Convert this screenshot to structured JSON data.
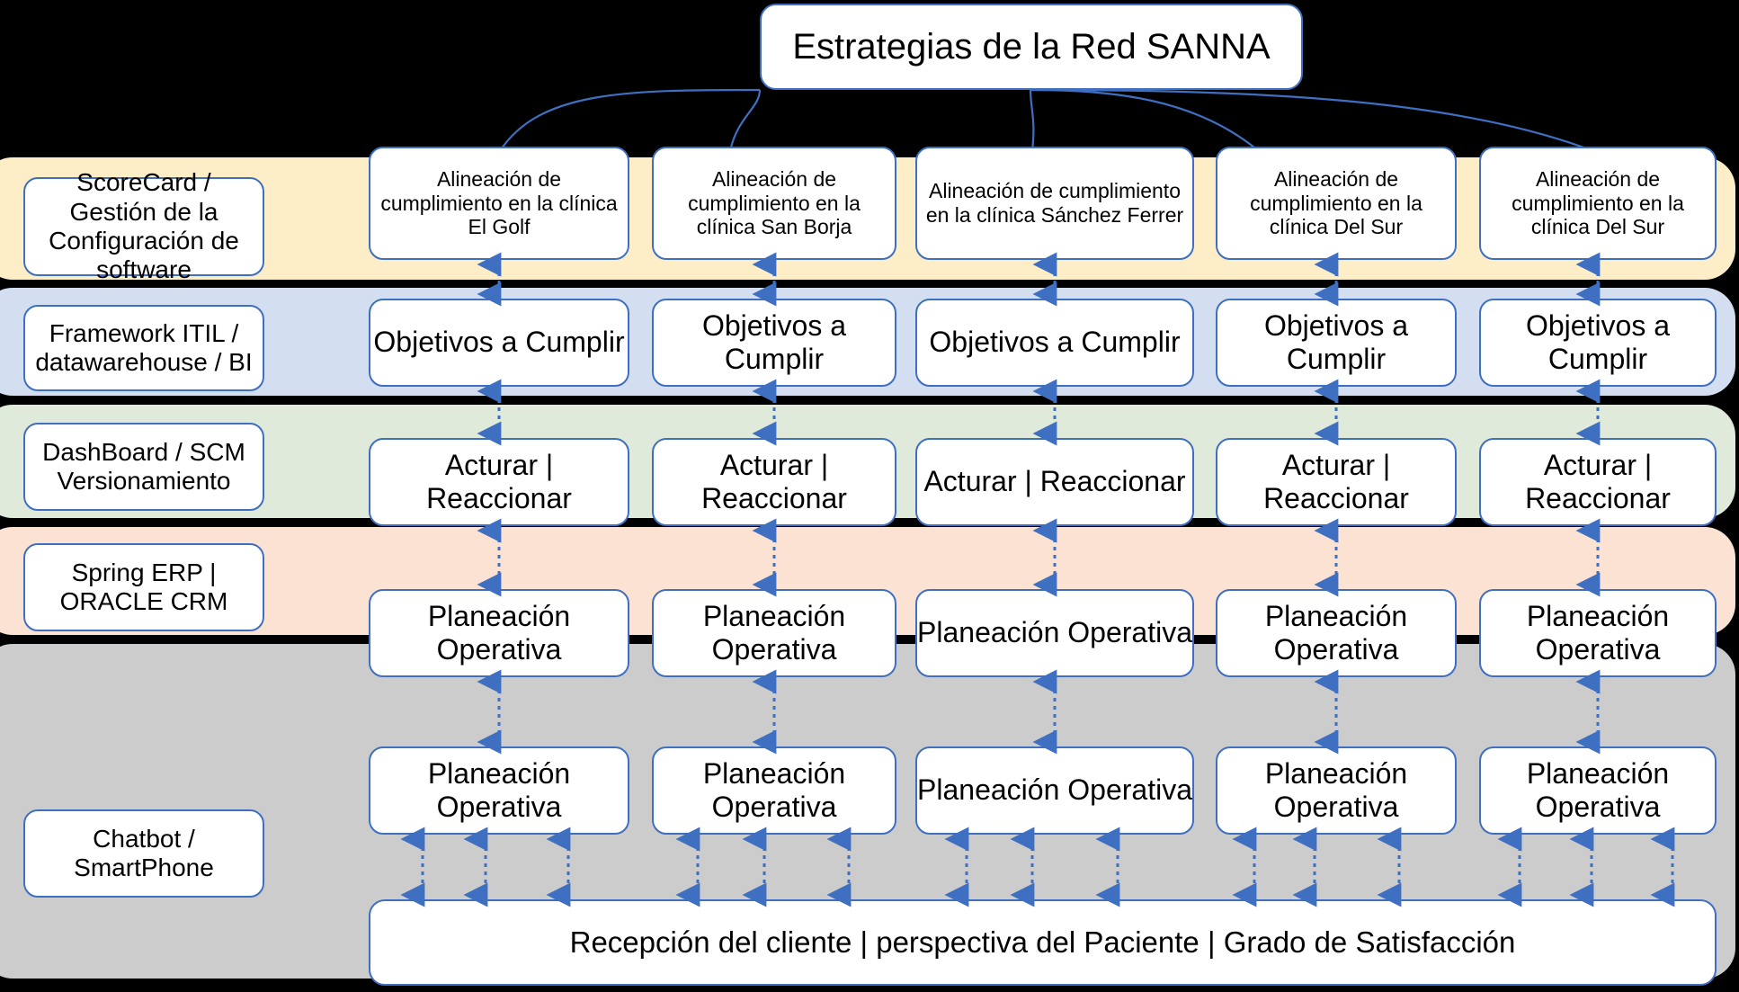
{
  "diagram": {
    "title_box": {
      "label": "Estrategias de la Red SANNA"
    },
    "legend_bands": [
      {
        "id": "scorecard",
        "label": "ScoreCard /  Gestión de la Configuración de software",
        "color": "#fdeec8"
      },
      {
        "id": "framework",
        "label": "Framework ITIL / datawarehouse / BI",
        "color": "#d3dff0"
      },
      {
        "id": "dashboard",
        "label": "DashBoard / SCM Versionamiento",
        "color": "#dfeada"
      },
      {
        "id": "erp",
        "label": "Spring ERP | ORACLE CRM",
        "color": "#fbe2d3"
      },
      {
        "id": "chatbot",
        "label": "Chatbot / SmartPhone",
        "color": "#cccccc"
      }
    ],
    "columns": [
      {
        "id": "el-golf",
        "top_card": "Alineación de cumplimiento en la clínica El Golf"
      },
      {
        "id": "san-borja",
        "top_card": "Alineación de cumplimiento en la clínica San Borja"
      },
      {
        "id": "sanchez-ferrer",
        "top_card": "Alineación de cumplimiento en la clínica Sánchez Ferrer"
      },
      {
        "id": "del-sur-1",
        "top_card": "Alineación de cumplimiento en la clínica Del Sur"
      },
      {
        "id": "del-sur-2",
        "top_card": "Alineación de cumplimiento en la clínica Del Sur"
      }
    ],
    "stage_rows": [
      {
        "id": "objetivos",
        "label": "Objetivos a Cumplir"
      },
      {
        "id": "acturar",
        "label": "Acturar | Reaccionar"
      },
      {
        "id": "planeacion",
        "label": "Planeación Operativa"
      },
      {
        "id": "planeacion2",
        "label": "Planeación Operativa"
      }
    ],
    "footer_box": {
      "label": "Recepción del  cliente | perspectiva del Paciente | Grado de Satisfacción"
    },
    "colors": {
      "node_border": "#3f6fc0",
      "connector": "#3f6fc0",
      "arrow": "#3f6fc0",
      "background": "#000000",
      "node_fill": "#ffffff"
    }
  }
}
